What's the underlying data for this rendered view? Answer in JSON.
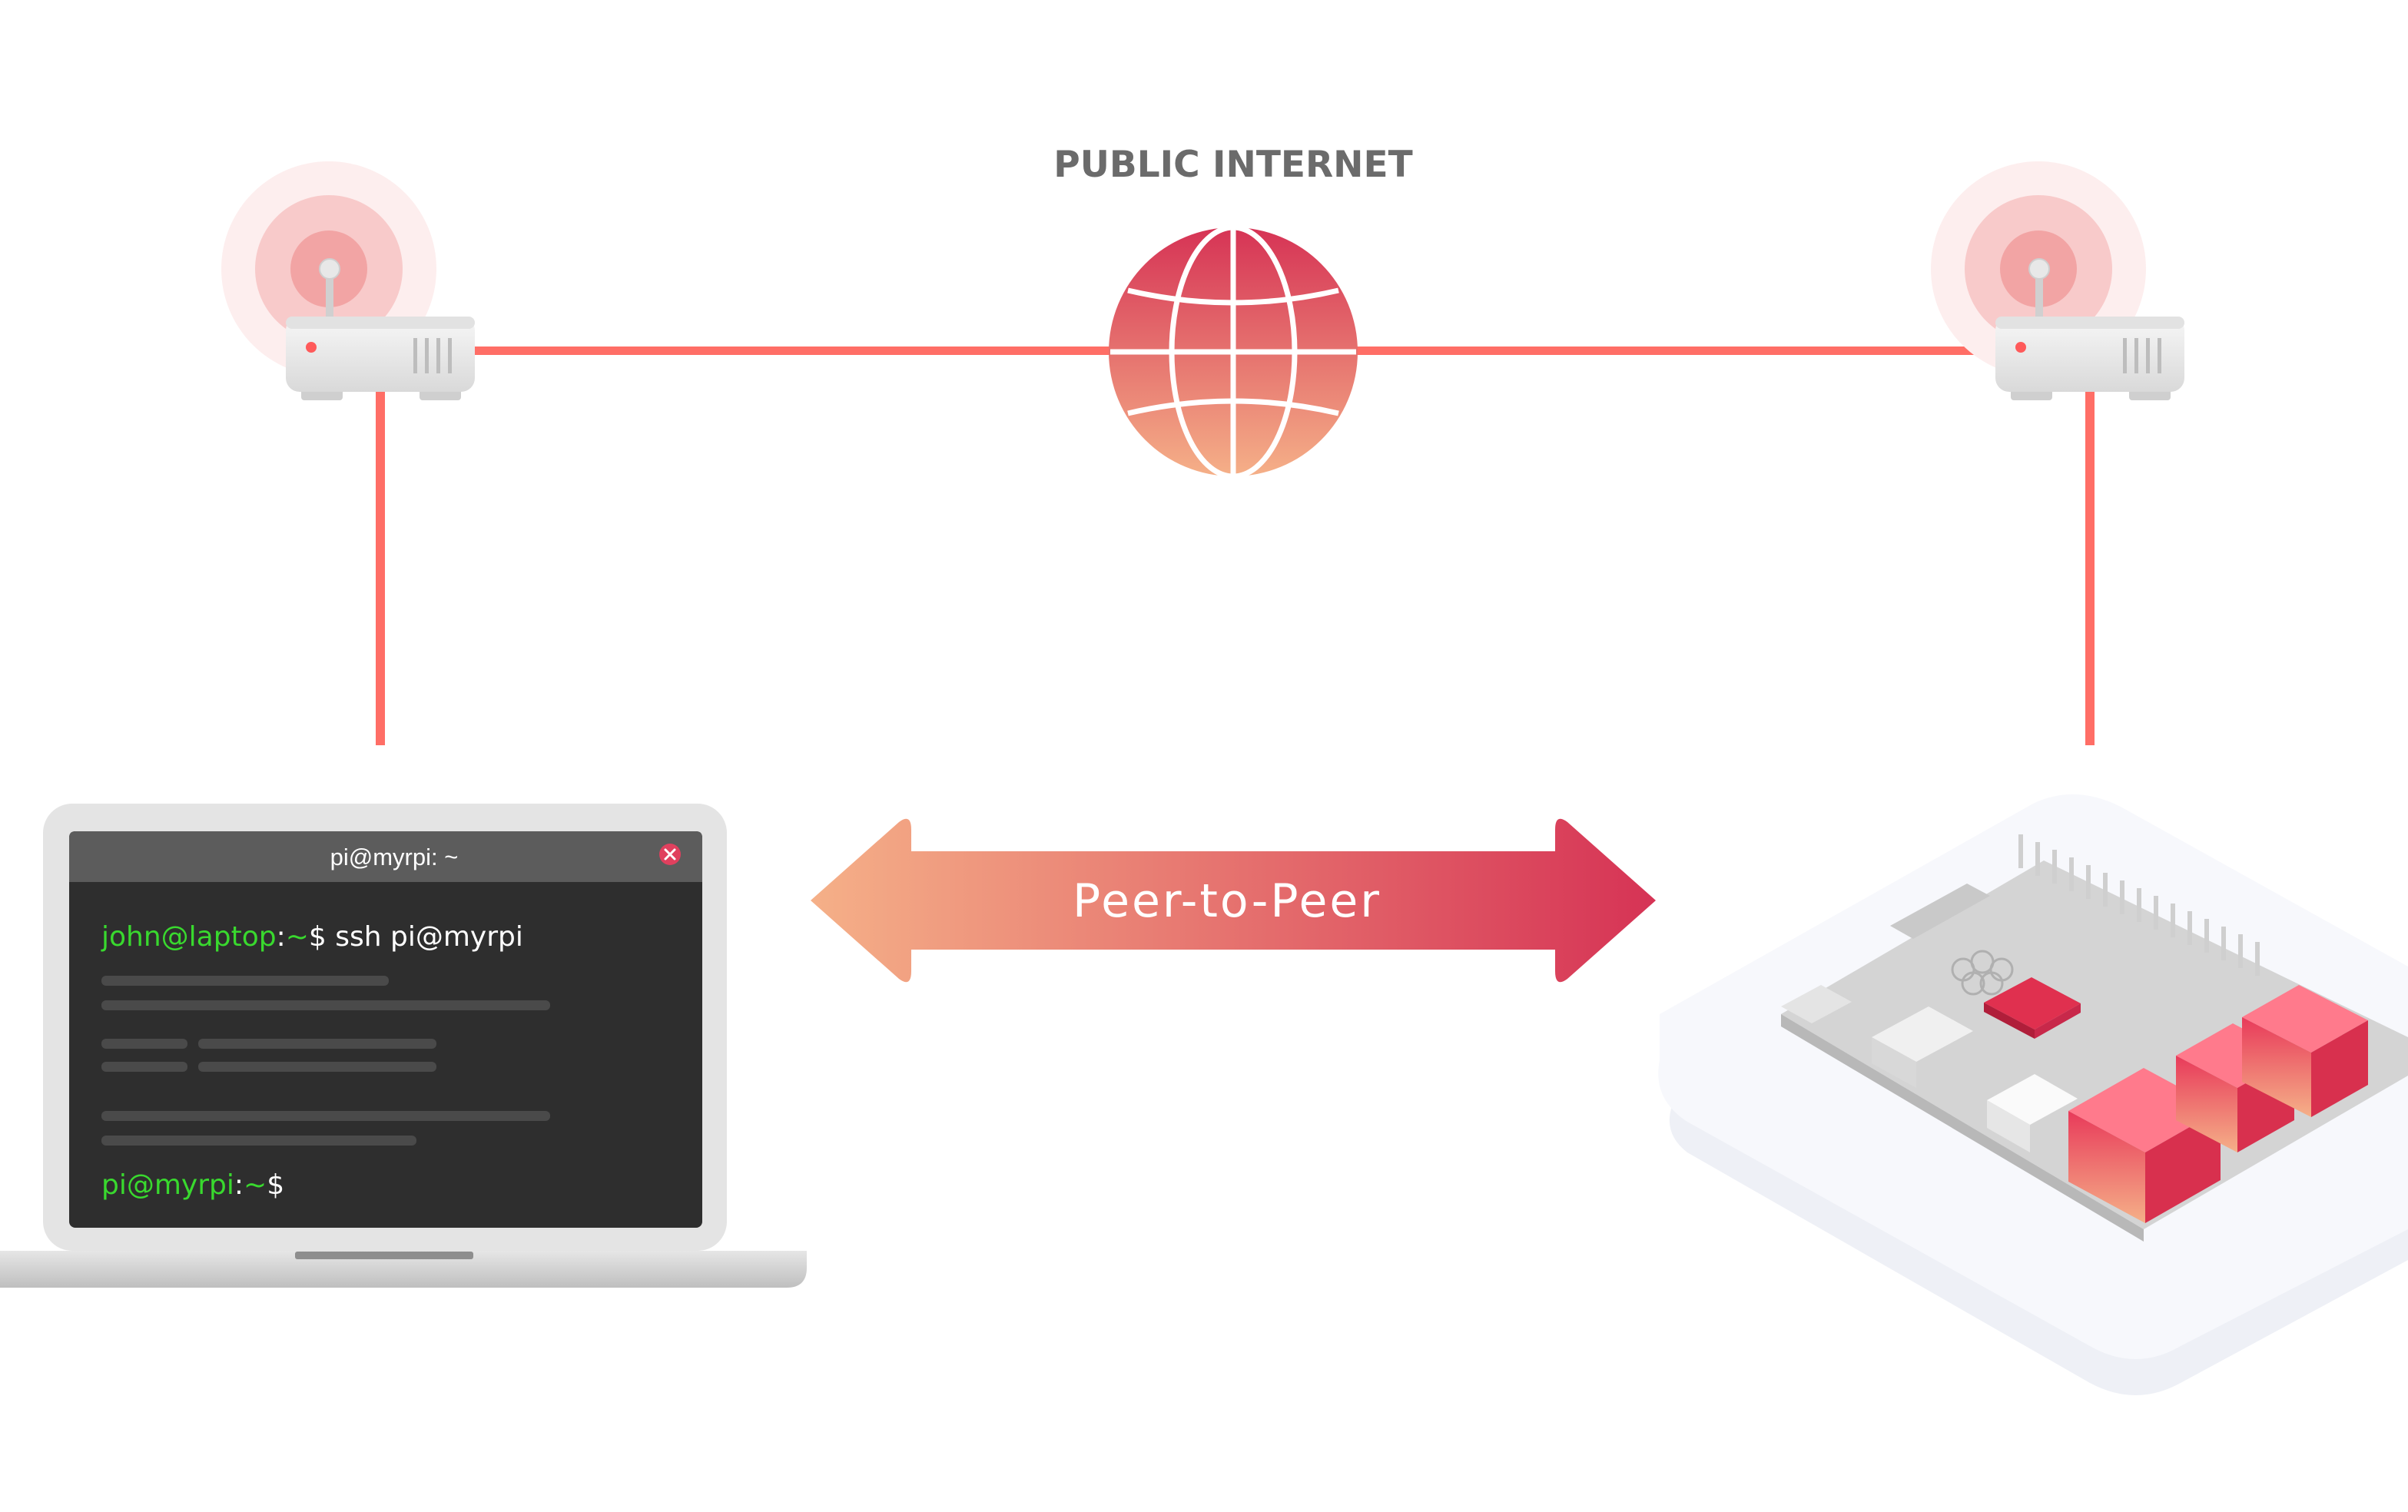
{
  "diagram": {
    "title": "PUBLIC INTERNET",
    "link_label": "Peer-to-Peer"
  },
  "terminal": {
    "window_title": "pi@myrpi: ~",
    "line1": {
      "user_host": "john@laptop",
      "sep": ":",
      "path": "~",
      "prompt": "$",
      "command": " ssh pi@myrpi"
    },
    "line2": {
      "user_host": "pi@myrpi",
      "sep": ":",
      "path": "~",
      "prompt": "$"
    }
  },
  "colors": {
    "link_line": "#ff6e66",
    "gradient_start": "#f5b088",
    "gradient_end": "#d63355",
    "prompt_green": "#39d92e",
    "terminal_bg": "#2e2e2e",
    "terminal_titlebar": "#5c5c5c",
    "close_button": "#e0405e"
  },
  "icons": {
    "left_router": "router-icon",
    "right_router": "router-icon",
    "internet": "globe-icon",
    "laptop": "laptop-icon",
    "device": "raspberry-pi-board-icon"
  }
}
